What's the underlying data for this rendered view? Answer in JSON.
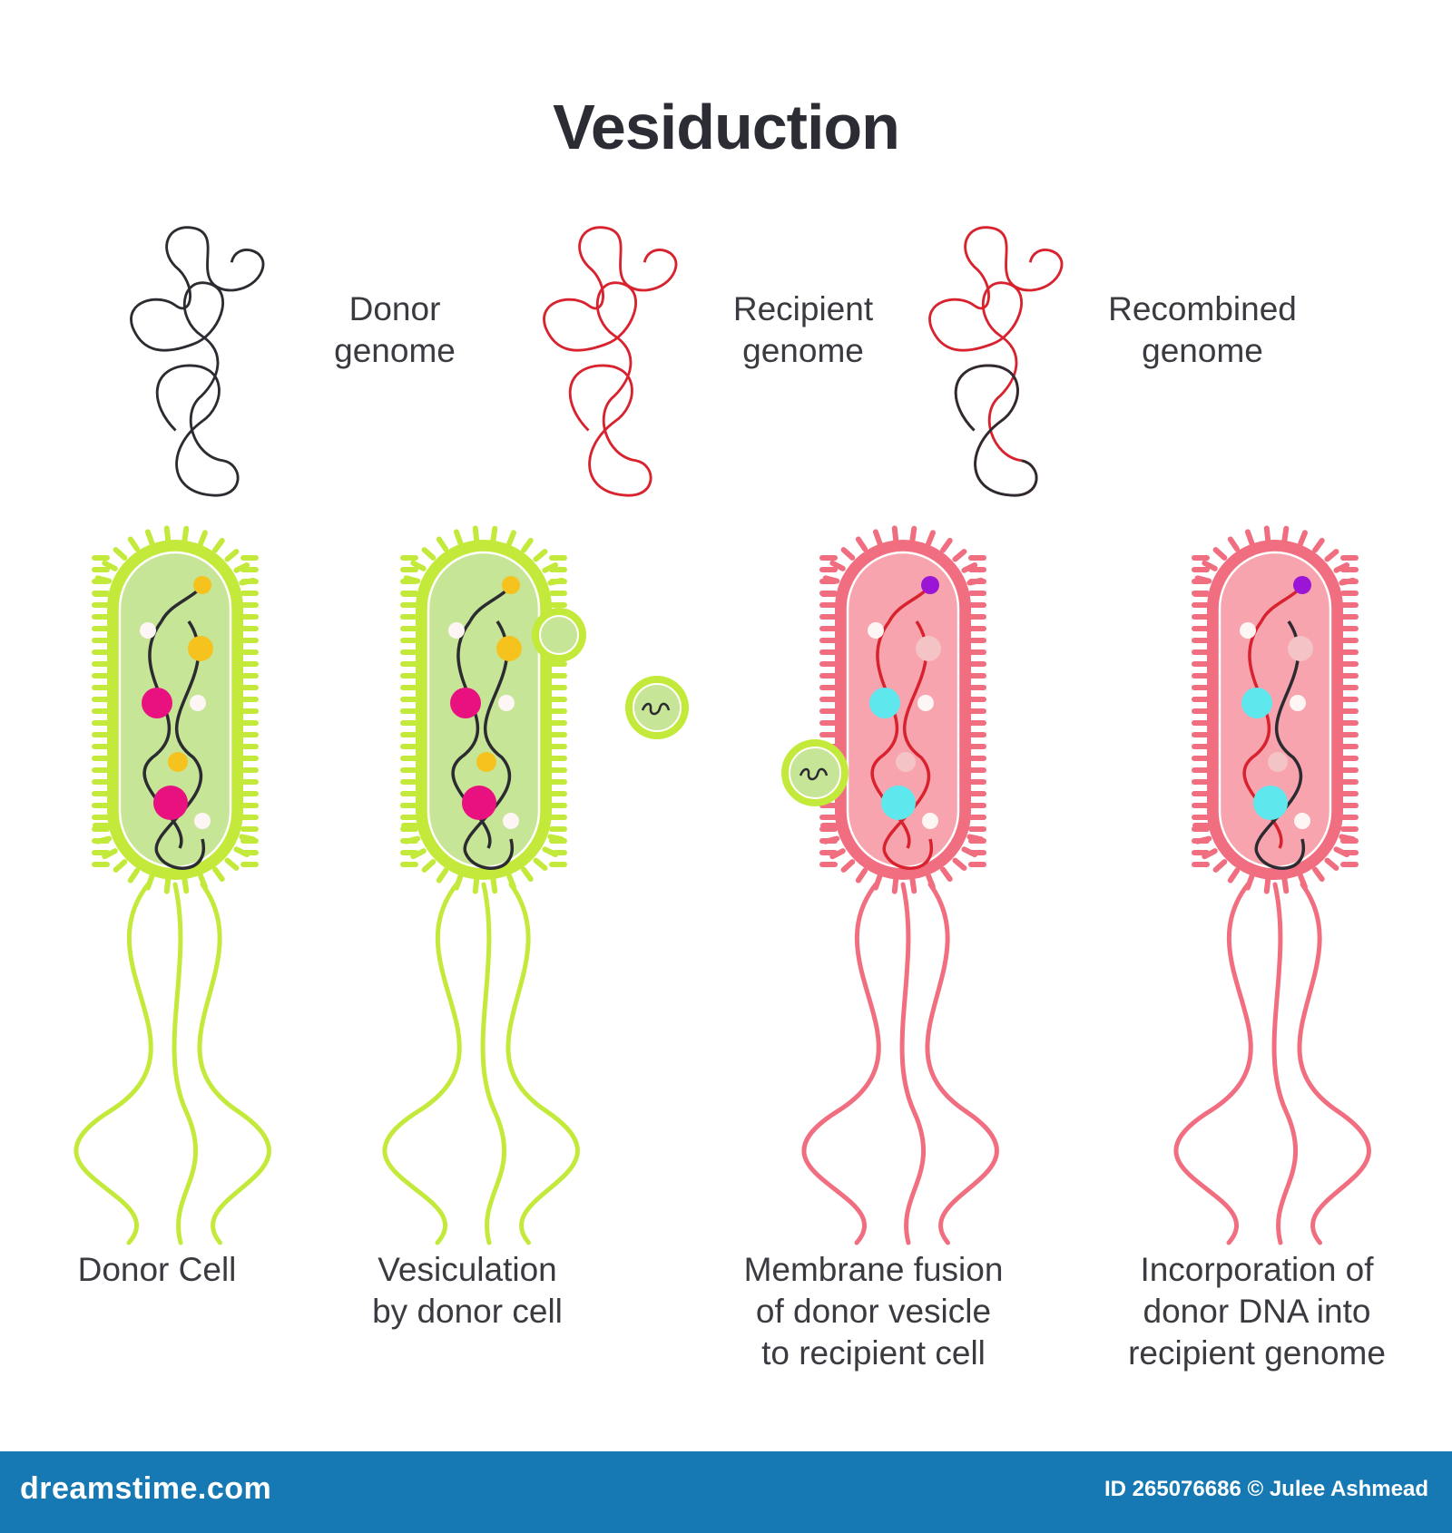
{
  "title": "Vesiduction",
  "legend": [
    {
      "label": "Donor\ngenome",
      "color": "#2b2b31"
    },
    {
      "label": "Recipient\ngenome",
      "color": "#d8222e"
    },
    {
      "label": "Recombined\ngenome",
      "color": "#d8222e",
      "accent_color": "#2b2b31"
    }
  ],
  "stages": [
    {
      "label": "Donor Cell",
      "cell_type": "donor"
    },
    {
      "label": "Vesiculation\nby donor cell",
      "cell_type": "donor"
    },
    {
      "label": "Membrane fusion\nof donor vesicle\nto recipient cell",
      "cell_type": "recipient"
    },
    {
      "label": "Incorporation of\ndonor DNA into\nrecipient genome",
      "cell_type": "recipient"
    }
  ],
  "colors": {
    "donor_outer": "#c3ea3b",
    "donor_inner": "#c6e597",
    "recipient_outer": "#f06e80",
    "recipient_inner": "#f8a4ae",
    "footer": "#1679b4"
  },
  "footer": {
    "brand": "dreamstime.com",
    "credit": "ID 265076686 © Julee Ashmead"
  }
}
